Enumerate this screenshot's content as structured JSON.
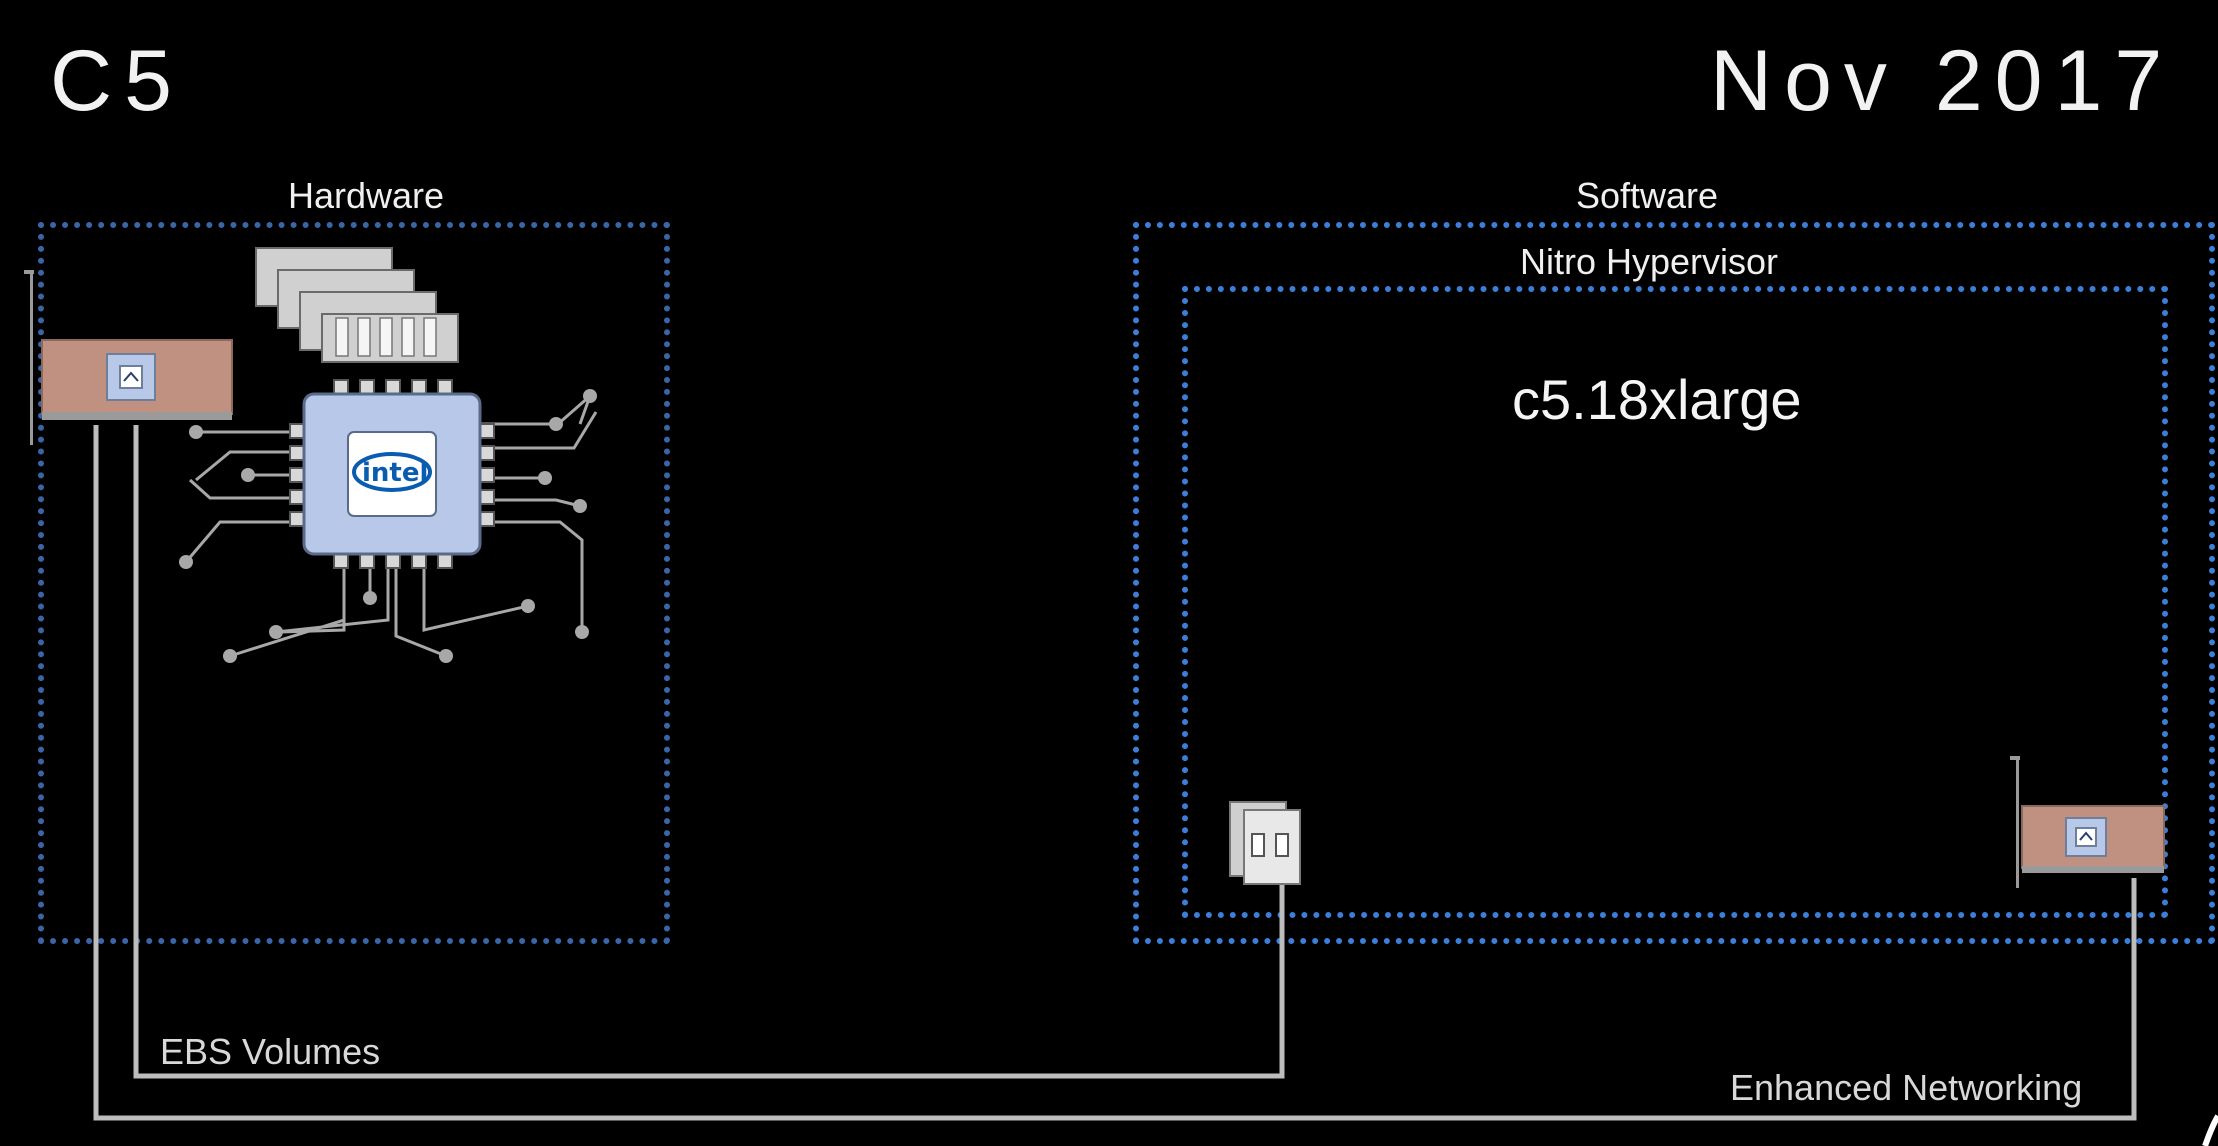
{
  "header": {
    "title": "C5",
    "date": "Nov 2017"
  },
  "hardware": {
    "label": "Hardware",
    "cpu_logo_text": "intel"
  },
  "software": {
    "label": "Software",
    "hypervisor_label": "Nitro Hypervisor",
    "instance_label": "c5.18xlarge"
  },
  "connections": {
    "ebs_label": "EBS Volumes",
    "networking_label": "Enhanced Networking"
  },
  "colors": {
    "background": "#000000",
    "hardware_border": "#3a66a8",
    "software_border": "#3c7fd8",
    "card_pcb": "#c09080",
    "chip_fill": "#b8c8e8",
    "wire": "#bdbdbd"
  }
}
